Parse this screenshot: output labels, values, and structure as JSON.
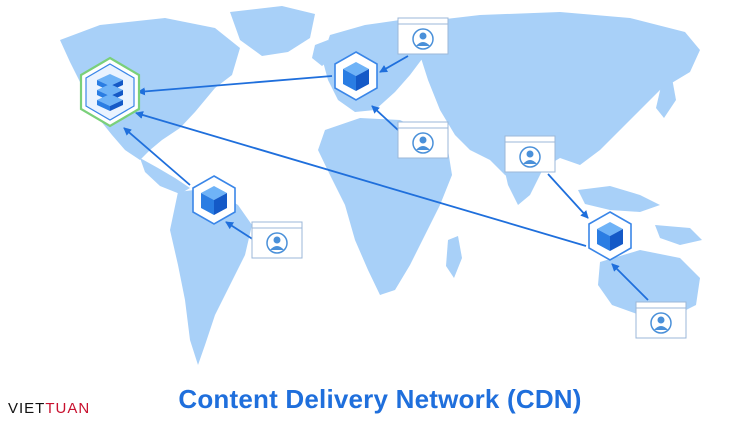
{
  "title": "Content Delivery Network (CDN)",
  "logo": {
    "part1": "VIET",
    "part2": "TUAN"
  },
  "colors": {
    "land": "#a8d0f8",
    "arrow": "#1f6fdc",
    "title": "#1f6fdc",
    "cube_top": "#6fb3f7",
    "cube_left": "#2a7de3",
    "cube_right": "#1459c7",
    "user_icon": "#4a90d9",
    "logo_red": "#c8102e"
  },
  "nodes": {
    "origin": {
      "kind": "origin-server",
      "icon": "server-stack-icon"
    },
    "edges": [
      "edge-europe",
      "edge-south-america",
      "edge-australia"
    ],
    "users": [
      "user-europe-north",
      "user-europe-south",
      "user-asia",
      "user-south-america",
      "user-australia"
    ]
  }
}
